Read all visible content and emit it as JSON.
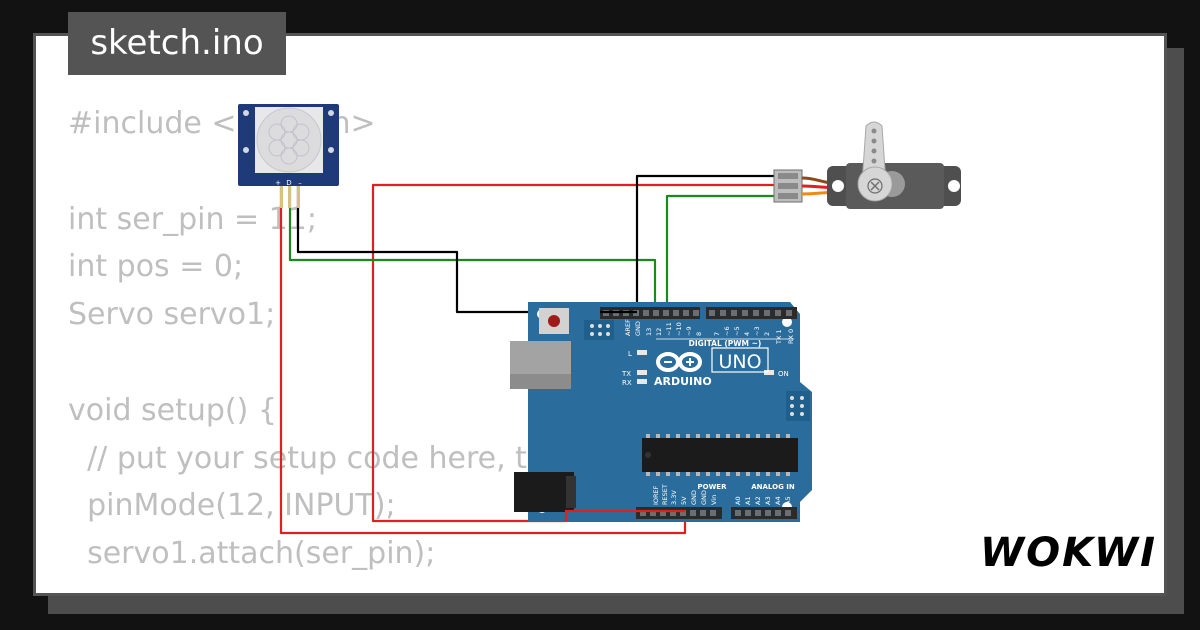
{
  "tab": {
    "filename": "sketch.ino"
  },
  "code": {
    "lines": [
      "#include <Servo.h>",
      "",
      "int ser_pin = 11;",
      "int pos = 0;",
      "Servo servo1;",
      "",
      "void setup() {",
      "  // put your setup code here, to run once:",
      "  pinMode(12, INPUT);",
      "  servo1.attach(ser_pin);"
    ]
  },
  "pir": {
    "pin_labels": [
      "+",
      "D",
      "–"
    ]
  },
  "arduino": {
    "brand": "ARDUINO",
    "model": "UNO",
    "digital_header": "DIGITAL (PWM ~)",
    "digital_pins": [
      "AREF",
      "GND",
      "13",
      "12",
      "~11",
      "~10",
      "~9",
      "8",
      "7",
      "~6",
      "~5",
      "4",
      "~3",
      "2",
      "TX 1",
      "RX 0"
    ],
    "led_l": "L",
    "led_tx": "TX",
    "led_rx": "RX",
    "led_on": "ON",
    "power_header": "POWER",
    "analog_header": "ANALOG IN",
    "power_pins": [
      "IOREF",
      "RESET",
      "3.3V",
      "5V",
      "GND",
      "GND",
      "Vin"
    ],
    "analog_pins": [
      "A0",
      "A1",
      "A2",
      "A3",
      "A4",
      "A5"
    ]
  },
  "watermark": {
    "text": "WOKWI"
  },
  "colors": {
    "background": "#121212",
    "card": "#ffffff",
    "tab": "#545454",
    "code_text": "#bfbfbf",
    "board": "#2a6c9c",
    "wire_red": "#e02020",
    "wire_green": "#1a8a1a",
    "wire_black": "#000000",
    "servo_body": "#555555"
  }
}
